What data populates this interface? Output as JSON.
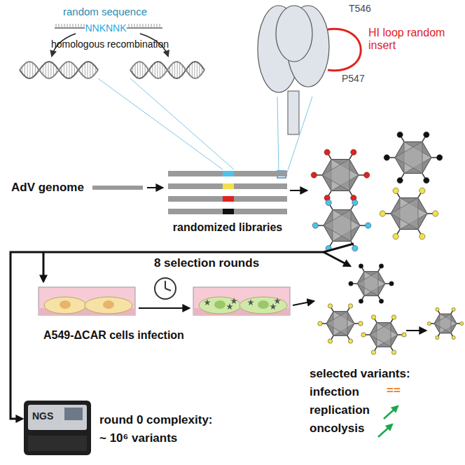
{
  "diagram": {
    "labels": [
      "random sequence",
      "NNKNNK",
      "homologous recombination",
      "T546",
      "HI loop random insert",
      "P547",
      "AdV genome",
      "randomized libraries",
      "8 selection rounds",
      "A549-ΔCAR cells infection",
      "selected variants:",
      "infection",
      "==",
      "replication",
      "oncolysis",
      "NGS",
      "round 0 complexity:",
      "~ 10⁶ variants"
    ]
  }
}
